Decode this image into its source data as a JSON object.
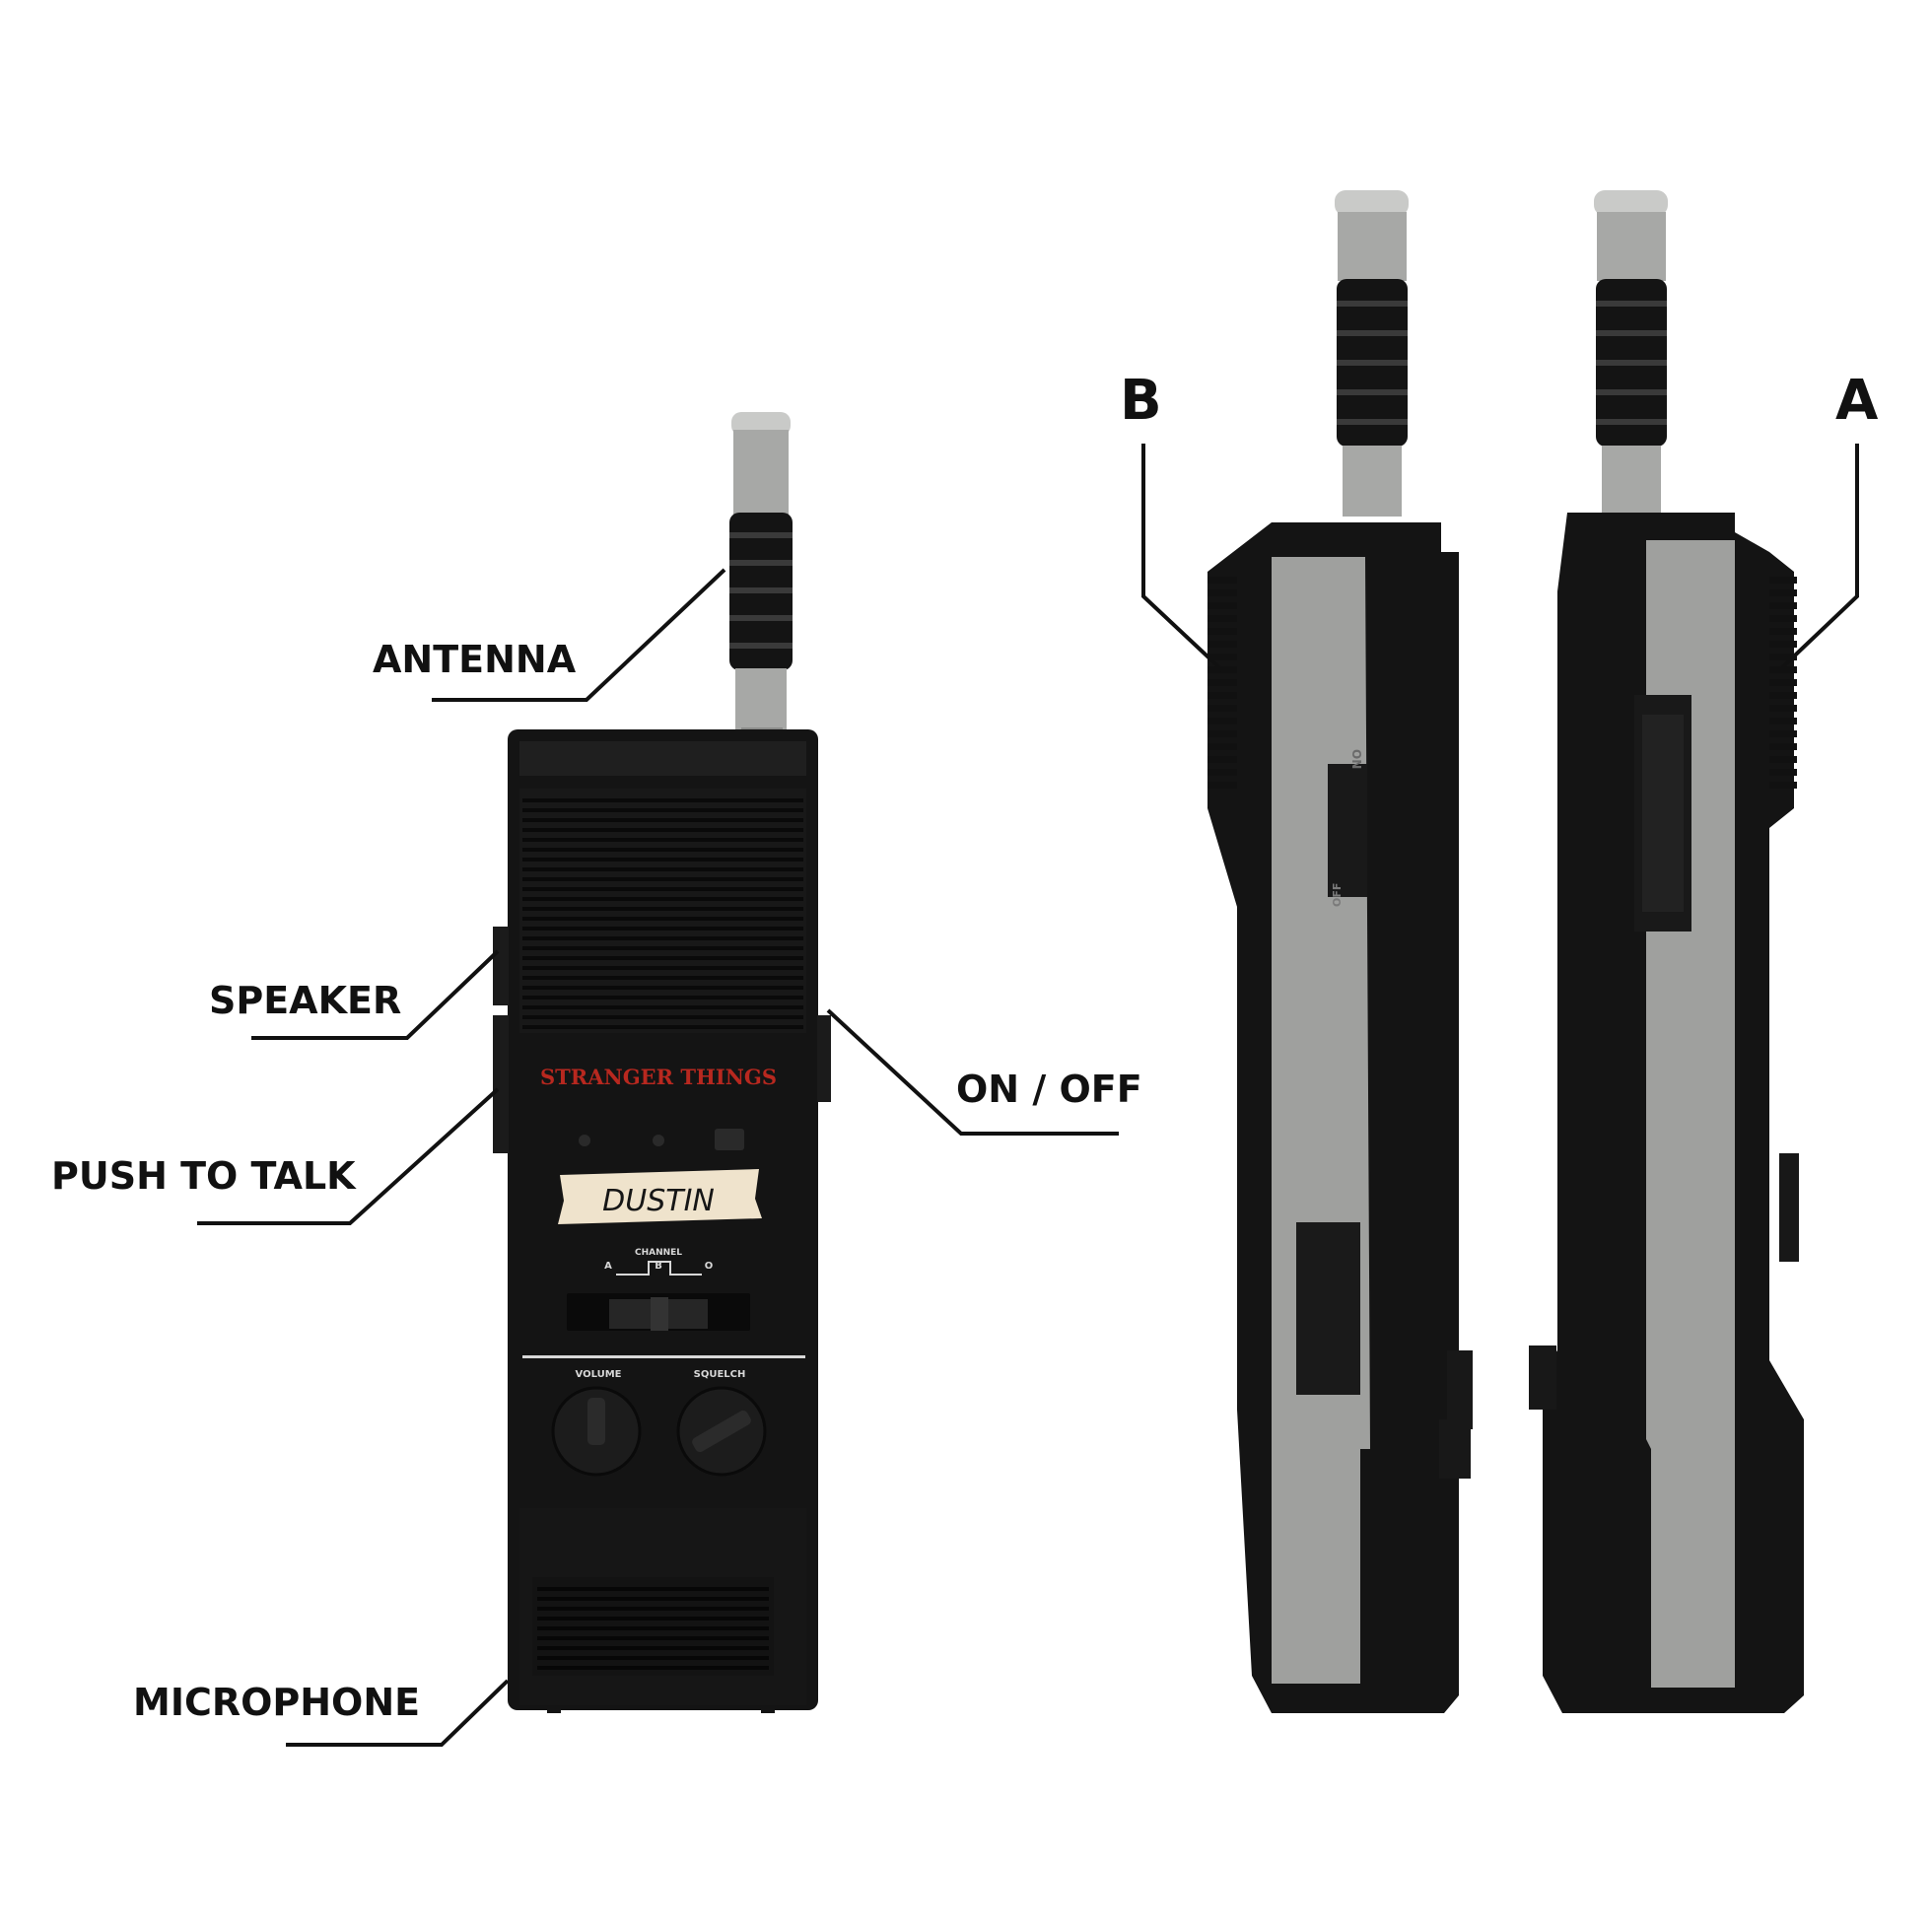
{
  "labels": {
    "antenna": "ANTENNA",
    "speaker": "SPEAKER",
    "push_to_talk": "PUSH TO TALK",
    "microphone": "MICROPHONE",
    "on_off": "ON / OFF",
    "side_b": "B",
    "side_a": "A"
  },
  "device": {
    "brand": "STRANGER THINGS",
    "name_tag": "DUSTIN",
    "channel_label": "CHANNEL",
    "channel_a": "A",
    "channel_b": "B",
    "channel_o": "O",
    "volume_label": "VOLUME",
    "squelch_label": "SQUELCH",
    "side_switch_on": "ON",
    "side_switch_off": "OFF"
  },
  "colors": {
    "body": "#151515",
    "antenna_grey": "#a9aaa8",
    "side_panel_grey": "#9fa09e",
    "brand_red": "#b8281f",
    "tag_paper": "#efe3cc"
  }
}
